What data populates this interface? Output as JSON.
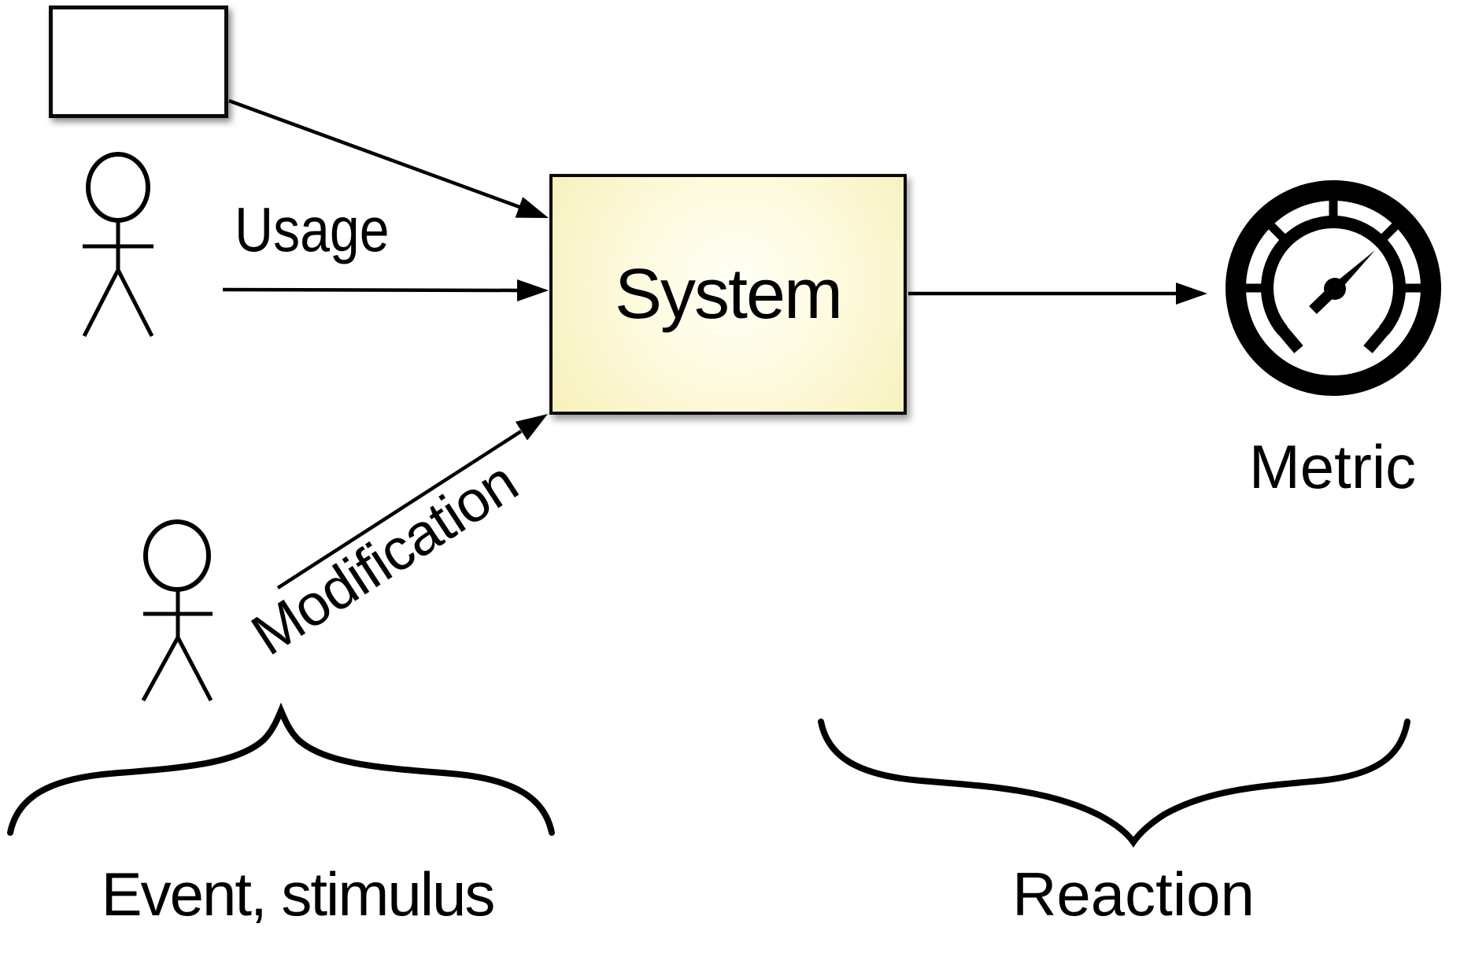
{
  "diagram": {
    "labels": {
      "usage": "Usage",
      "modification": "Modification",
      "system": "System",
      "metric": "Metric",
      "event_stimulus": "Event, stimulus",
      "reaction": "Reaction"
    },
    "icons": {
      "actor_top": "stick-figure-person",
      "actor_bottom": "stick-figure-person",
      "document_box": "empty-rectangle-with-shadow",
      "gauge": "speedometer-gauge-with-needle",
      "left_brace": "horizontal-curly-brace-peak-up",
      "right_brace": "horizontal-curly-brace-cusp-down",
      "arrows": "black-solid-arrowheads"
    },
    "colors": {
      "ink": "#000000",
      "background": "#ffffff",
      "system_box_edge": "#f7f0ba",
      "system_box_center": "#fffff6"
    }
  }
}
